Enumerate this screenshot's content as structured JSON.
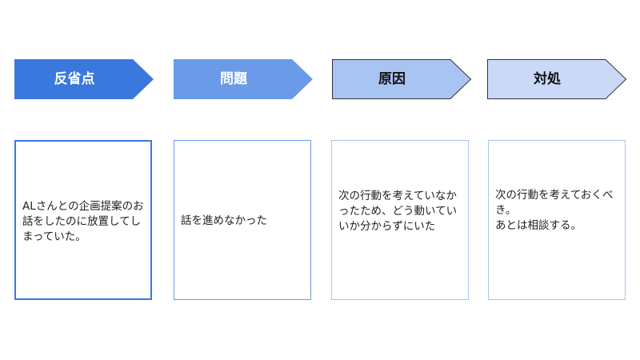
{
  "colors": {
    "step1_fill": "#3b78de",
    "step2_fill": "#6b9be8",
    "step3_fill": "#a8c4f2",
    "step4_fill": "#cad9f7",
    "card1_border": "#3b78de",
    "card2_border": "#6b9be8",
    "card3_border": "#a8c4f2",
    "card4_border": "#a8c4f2"
  },
  "steps": [
    {
      "label": "反省点"
    },
    {
      "label": "問題"
    },
    {
      "label": "原因"
    },
    {
      "label": "対処"
    }
  ],
  "cards": [
    {
      "text": "ALさんとの企画提案のお話をしたのに放置してしまっていた。"
    },
    {
      "text": "話を進めなかった"
    },
    {
      "text": "次の行動を考えていなかったため、どう動いていいか分からずにいた"
    },
    {
      "text": "次の行動を考えておくべき。\nあとは相談する。"
    }
  ]
}
